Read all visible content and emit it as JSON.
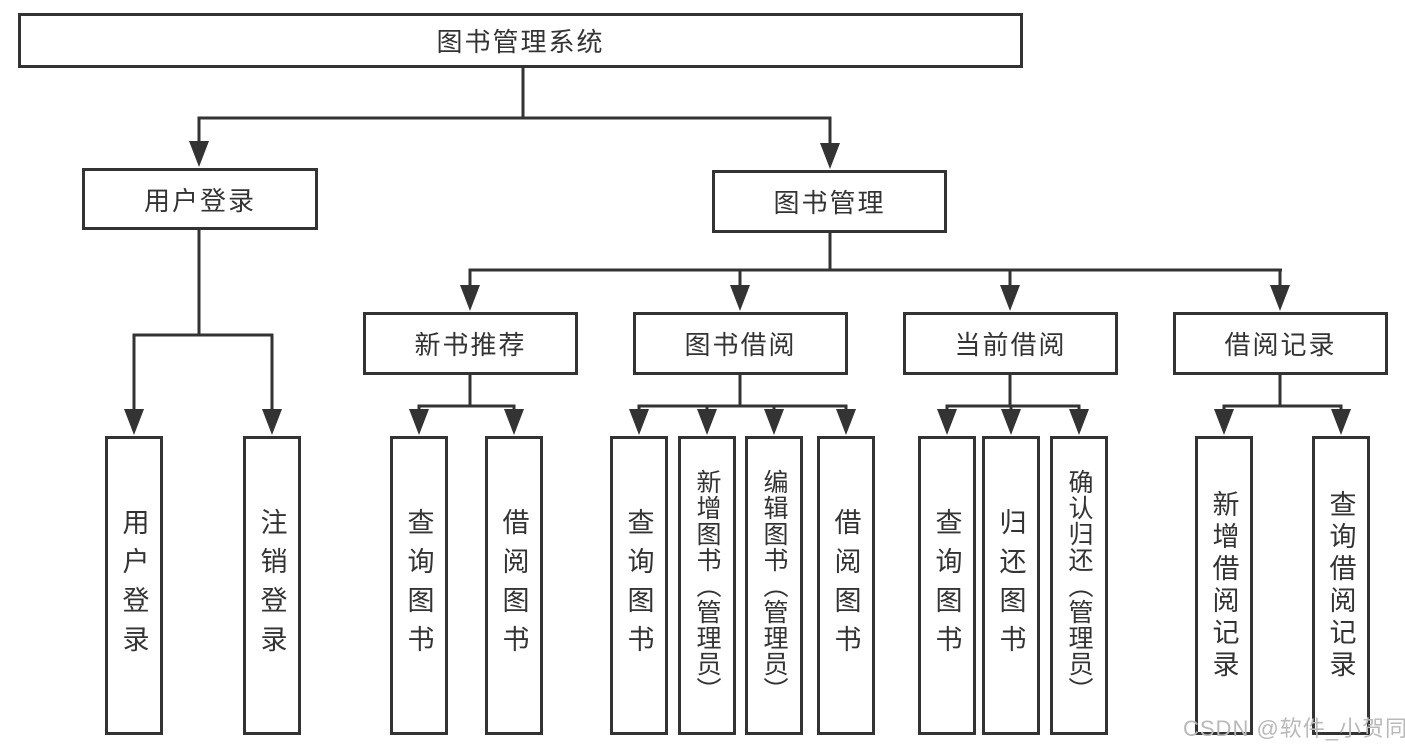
{
  "diagram": {
    "title_note": "functional structure tree",
    "root": {
      "label": "图书管理系统"
    },
    "level2": [
      {
        "label": "用户登录"
      },
      {
        "label": "图书管理"
      }
    ],
    "level3": [
      {
        "label": "新书推荐"
      },
      {
        "label": "图书借阅"
      },
      {
        "label": "当前借阅"
      },
      {
        "label": "借阅记录"
      }
    ],
    "leaves": {
      "user_login": [
        "用户登录",
        "注销登录"
      ],
      "new_book": [
        "查询图书",
        "借阅图书"
      ],
      "book_borrow": [
        "查询图书",
        "新增图书（管理员）",
        "编辑图书（管理员）",
        "借阅图书"
      ],
      "current_borrow": [
        "查询图书",
        "归还图书",
        "确认归还（管理员）"
      ],
      "borrow_records": [
        "新增借阅记录",
        "查询借阅记录"
      ]
    },
    "colors": {
      "line": "#333333",
      "text": "#333333",
      "background": "#ffffff",
      "watermark": "#b9b9b9"
    }
  },
  "watermark": {
    "text": "CSDN @软件_小贺同学"
  }
}
